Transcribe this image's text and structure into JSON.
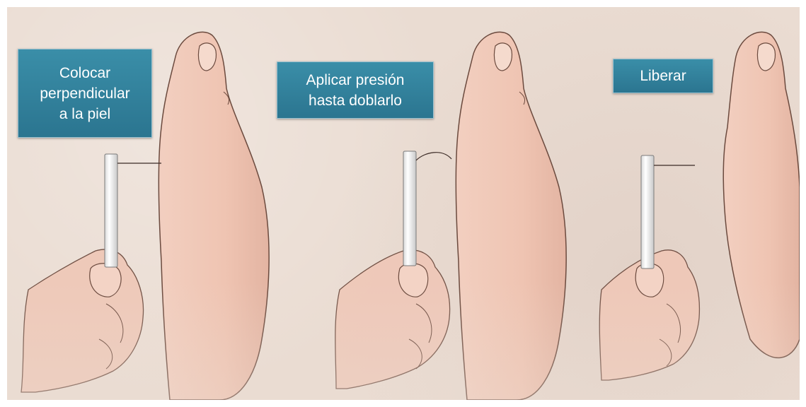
{
  "panels": [
    {
      "lines": [
        "Colocar",
        "perpendicular",
        "a la piel"
      ]
    },
    {
      "lines": [
        "Aplicar presión",
        "hasta doblarlo"
      ]
    },
    {
      "lines": [
        "Liberar"
      ]
    }
  ],
  "colors": {
    "background": "#eadcd2",
    "label_box": "#2f7f99",
    "label_text": "#ffffff",
    "skin": "#efc8b8",
    "outline": "#6b4a3e",
    "filament_handle": "#f4f4f4"
  }
}
